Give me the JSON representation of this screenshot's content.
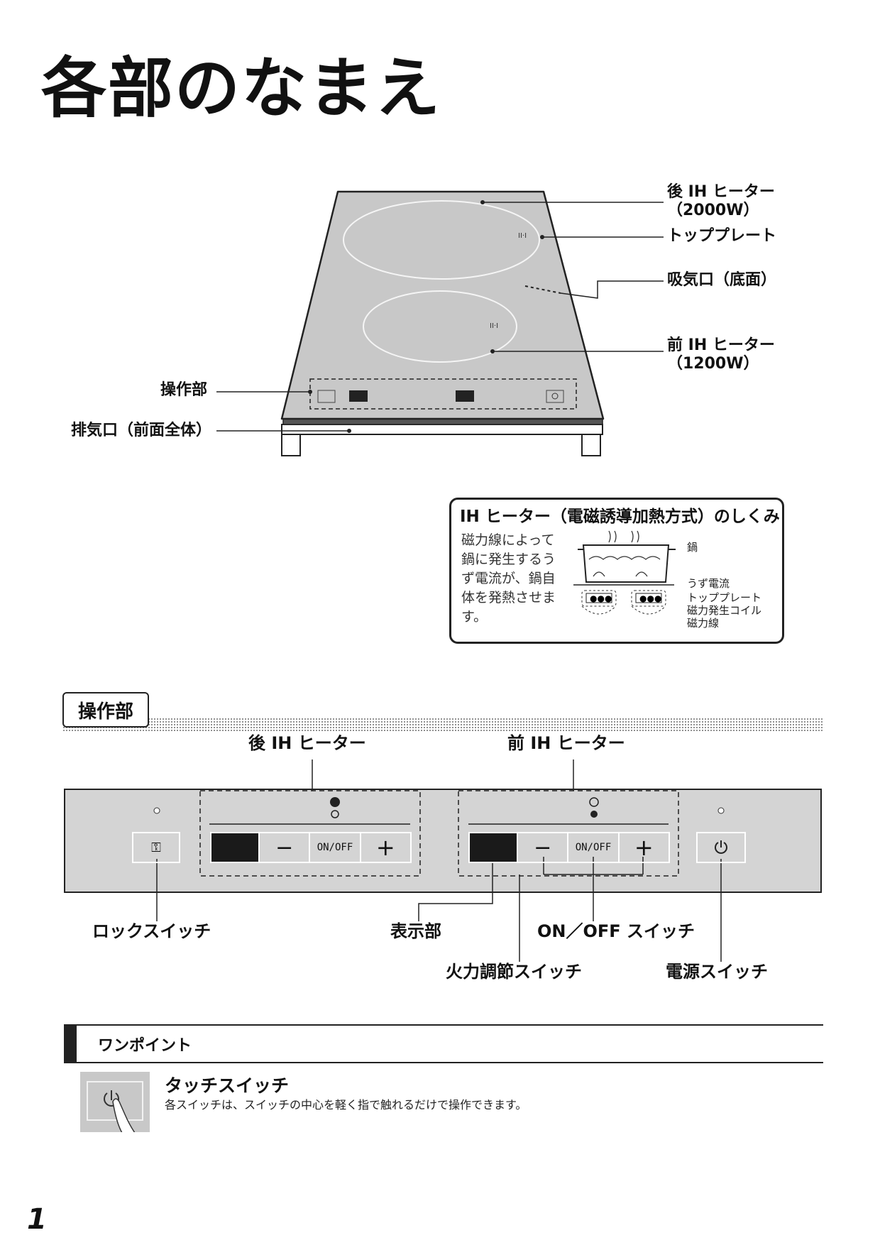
{
  "page_title": "各部のなまえ",
  "overview": {
    "labels": {
      "rear_heater": "後 IH ヒーター",
      "rear_heater_power": "（2000W）",
      "top_plate": "トッププレート",
      "air_intake": "吸気口（底面）",
      "front_heater": "前 IH ヒーター",
      "front_heater_power": "（1200W）",
      "control_panel": "操作部",
      "exhaust": "排気口（前面全体）"
    }
  },
  "ih_box": {
    "title": "IH ヒーター（電磁誘導加熱方式）のしくみ",
    "text": "磁力線によって鍋に発生するうず電流が、鍋自体を発熱させます。",
    "labels": {
      "pot": "鍋",
      "eddy_current": "うず電流",
      "top_plate": "トッププレート",
      "coil": "磁力発生コイル",
      "magnetic_lines": "磁力線"
    }
  },
  "control_section": {
    "tag": "操作部",
    "rear_heater": "後 IH ヒーター",
    "front_heater": "前 IH ヒーター",
    "buttons": {
      "onoff": "ON/OFF",
      "minus": "−",
      "plus": "+"
    },
    "labels": {
      "lock_switch": "ロックスイッチ",
      "display": "表示部",
      "onoff_switch": "ON／OFF スイッチ",
      "power_adjust": "火力調節スイッチ",
      "power_switch": "電源スイッチ"
    }
  },
  "one_point": {
    "label": "ワンポイント",
    "title": "タッチスイッチ",
    "text": "各スイッチは、スイッチの中心を軽く指で触れるだけで操作できます。"
  },
  "page_number": "1"
}
